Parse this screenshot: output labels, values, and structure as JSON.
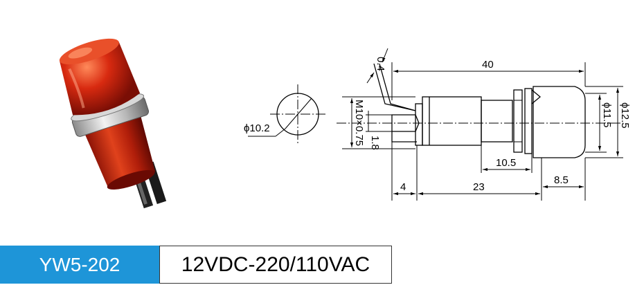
{
  "product": {
    "model": "YW5-202",
    "rating": "12VDC-220/110VAC",
    "lens_color": "#d02a10"
  },
  "drawing": {
    "dim_overall_length": "40",
    "dim_lead_thickness": "0.4",
    "dim_thread": "M10×0.75",
    "dim_hole": "ϕ10.2",
    "dim_lead_width": "1.8",
    "dim_cap_inner": "ϕ11.5",
    "dim_cap_outer": "ϕ12.5",
    "dim_thread_len": "10.5",
    "dim_lead_len": "4",
    "dim_body_len": "23",
    "dim_cap_len": "8.5"
  }
}
